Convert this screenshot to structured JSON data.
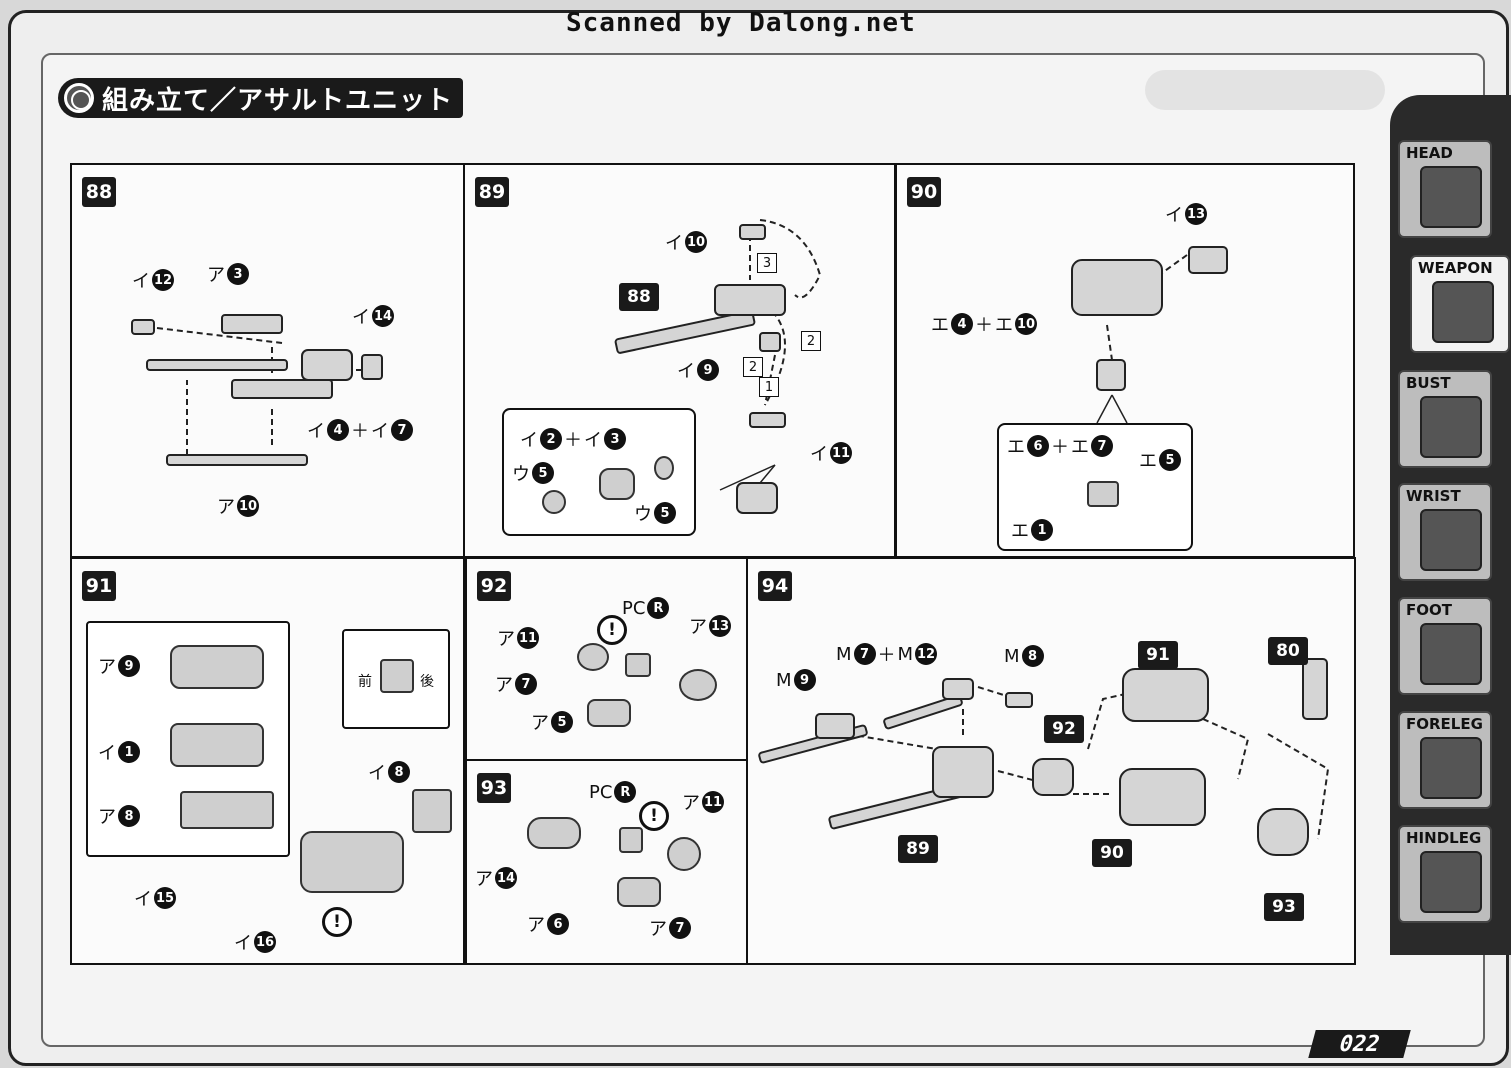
{
  "scan_credit": "Scanned by Dalong.net",
  "title": "組み立て／アサルトユニット",
  "page_number": "022",
  "tabs": [
    {
      "label": "HEAD",
      "icon": "head-icon"
    },
    {
      "label": "WEAPON",
      "icon": "weapon-icon"
    },
    {
      "label": "BUST",
      "icon": "bust-icon"
    },
    {
      "label": "WRIST",
      "icon": "wrist-icon"
    },
    {
      "label": "FOOT",
      "icon": "foot-icon"
    },
    {
      "label": "FORELEG",
      "icon": "foreleg-icon"
    },
    {
      "label": "HINDLEG",
      "icon": "hindleg-icon"
    }
  ],
  "steps": {
    "s88": {
      "num": "88",
      "parts": [
        {
          "k": "イ",
          "n": "12"
        },
        {
          "k": "ア",
          "n": "3"
        },
        {
          "k": "イ",
          "n": "14"
        },
        {
          "k": "イ",
          "n": "4",
          "plus_k": "イ",
          "plus_n": "7"
        },
        {
          "k": "ア",
          "n": "10"
        }
      ]
    },
    "s89": {
      "num": "89",
      "ref": "88",
      "parts": [
        {
          "k": "イ",
          "n": "10"
        },
        {
          "k": "イ",
          "n": "9"
        },
        {
          "k": "イ",
          "n": "11"
        }
      ],
      "order": [
        "3",
        "2",
        "2",
        "1"
      ],
      "inset": [
        {
          "k": "イ",
          "n": "2",
          "plus_k": "イ",
          "plus_n": "3"
        },
        {
          "k": "ウ",
          "n": "5"
        },
        {
          "k": "ウ",
          "n": "5"
        }
      ]
    },
    "s90": {
      "num": "90",
      "parts": [
        {
          "k": "イ",
          "n": "13"
        },
        {
          "k": "エ",
          "n": "4",
          "plus_k": "エ",
          "plus_n": "10"
        }
      ],
      "inset": [
        {
          "k": "エ",
          "n": "6",
          "plus_k": "エ",
          "plus_n": "7"
        },
        {
          "k": "エ",
          "n": "5"
        },
        {
          "k": "エ",
          "n": "1"
        }
      ]
    },
    "s91": {
      "num": "91",
      "inset": [
        {
          "k": "ア",
          "n": "9"
        },
        {
          "k": "イ",
          "n": "1"
        },
        {
          "k": "ア",
          "n": "8"
        }
      ],
      "parts": [
        {
          "k": "イ",
          "n": "8"
        },
        {
          "k": "イ",
          "n": "15"
        },
        {
          "k": "イ",
          "n": "16"
        }
      ],
      "front": "前",
      "back": "後"
    },
    "s92": {
      "num": "92",
      "pc": "PC",
      "pc_r": "R",
      "parts": [
        {
          "k": "ア",
          "n": "11"
        },
        {
          "k": "ア",
          "n": "13"
        },
        {
          "k": "ア",
          "n": "7"
        },
        {
          "k": "ア",
          "n": "5"
        }
      ]
    },
    "s93": {
      "num": "93",
      "pc": "PC",
      "pc_r": "R",
      "parts": [
        {
          "k": "ア",
          "n": "11"
        },
        {
          "k": "ア",
          "n": "14"
        },
        {
          "k": "ア",
          "n": "6"
        },
        {
          "k": "ア",
          "n": "7"
        }
      ]
    },
    "s94": {
      "num": "94",
      "parts": [
        {
          "k": "M",
          "n": "7",
          "plus_k": "M",
          "plus_n": "12"
        },
        {
          "k": "M",
          "n": "8"
        },
        {
          "k": "M",
          "n": "9"
        }
      ],
      "refs": [
        "91",
        "80",
        "92",
        "89",
        "90",
        "93"
      ]
    }
  },
  "warn_mark": "!"
}
